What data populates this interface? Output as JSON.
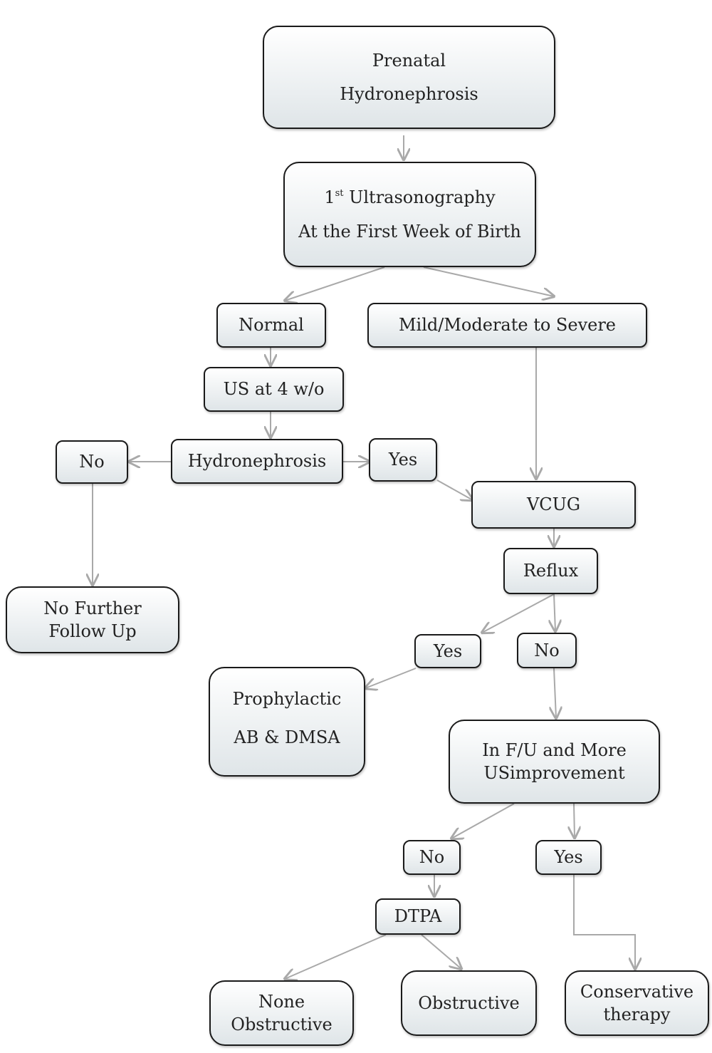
{
  "nodes": {
    "prenatal": {
      "line1": "Prenatal",
      "line2": "Hydronephrosis"
    },
    "ultrasound1": {
      "ordinal": "1",
      "sup": "st",
      "line1_rest": " Ultrasonography",
      "line2": "At the First Week of Birth"
    },
    "normal": {
      "label": "Normal"
    },
    "mild_severe": {
      "label": "Mild/Moderate to Severe"
    },
    "us_4wo": {
      "label": "US at 4 w/o"
    },
    "hydronephrosis": {
      "label": "Hydronephrosis"
    },
    "hydro_no": {
      "label": "No"
    },
    "hydro_yes": {
      "label": "Yes"
    },
    "no_followup": {
      "line1": "No Further",
      "line2": "Follow Up"
    },
    "vcug": {
      "label": "VCUG"
    },
    "reflux": {
      "label": "Reflux"
    },
    "reflux_yes": {
      "label": "Yes"
    },
    "reflux_no": {
      "label": "No"
    },
    "prophylactic": {
      "line1": "Prophylactic",
      "line2": "AB & DMSA"
    },
    "fu_improvement": {
      "line1": "In F/U and More",
      "line2": "USimprovement"
    },
    "improve_no": {
      "label": "No"
    },
    "improve_yes": {
      "label": "Yes"
    },
    "dtpa": {
      "label": "DTPA"
    },
    "none_obstructive": {
      "line1": "None",
      "line2": "Obstructive"
    },
    "obstructive": {
      "label": "Obstructive"
    },
    "conservative": {
      "line1": "Conservative",
      "line2": "therapy"
    }
  },
  "colors": {
    "edge": "#a9a9a9",
    "border": "#1a1a1a",
    "fill_top": "#ffffff",
    "fill_bottom": "#dfe5e8"
  }
}
